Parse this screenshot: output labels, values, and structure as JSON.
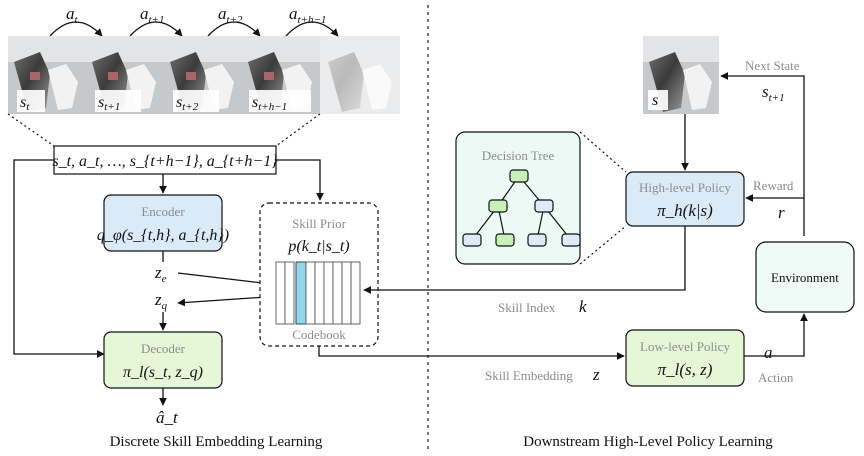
{
  "colors": {
    "encoder_fill": "#dbeaf7",
    "decoder_fill": "#e6f7d8",
    "tree_fill": "#ecfaf5",
    "env_fill": "#eefbf7",
    "codebook_highlight": "#8fd8ee",
    "tree_node_green": "#c9f0b8",
    "tree_node_blue": "#dcebf7"
  },
  "left": {
    "actions": [
      "a",
      "a",
      "a",
      "a"
    ],
    "action_subs": [
      "t",
      "t+1",
      "t+2",
      "t+h−1"
    ],
    "frame_states": [
      "s",
      "s",
      "s",
      "s"
    ],
    "frame_subs": [
      "t",
      "t+1",
      "t+2",
      "t+h−1"
    ],
    "trajectory": "s_t, a_t, …, s_{t+h−1}, a_{t+h−1}",
    "encoder_title": "Encoder",
    "encoder_formula": "q_φ(s_{t,h}, a_{t,h})",
    "decoder_title": "Decoder",
    "decoder_formula": "π_l(s_t, z_q)",
    "z_e": "z_e",
    "z_q": "z_q",
    "a_hat": "â_t",
    "skill_prior_title": "Skill Prior",
    "skill_prior_formula": "p(k_t|s_t)",
    "codebook_label": "Codebook",
    "caption": "Discrete Skill Embedding Learning"
  },
  "right": {
    "state_label": "s",
    "next_state_label": "Next State",
    "next_state_var": "s_{t+1}",
    "decision_tree_title": "Decision Tree",
    "high_policy_title": "High-level Policy",
    "high_policy_formula": "π_h(k|s)",
    "reward_label": "Reward",
    "reward_var": "r",
    "environment_label": "Environment",
    "skill_index_label": "Skill Index",
    "skill_index_var": "k",
    "low_policy_title": "Low-level Policy",
    "low_policy_formula": "π_l(s, z)",
    "skill_embedding_label": "Skill Embedding",
    "skill_embedding_var": "z",
    "action_var": "a",
    "action_label": "Action",
    "caption": "Downstream High-Level Policy Learning"
  }
}
